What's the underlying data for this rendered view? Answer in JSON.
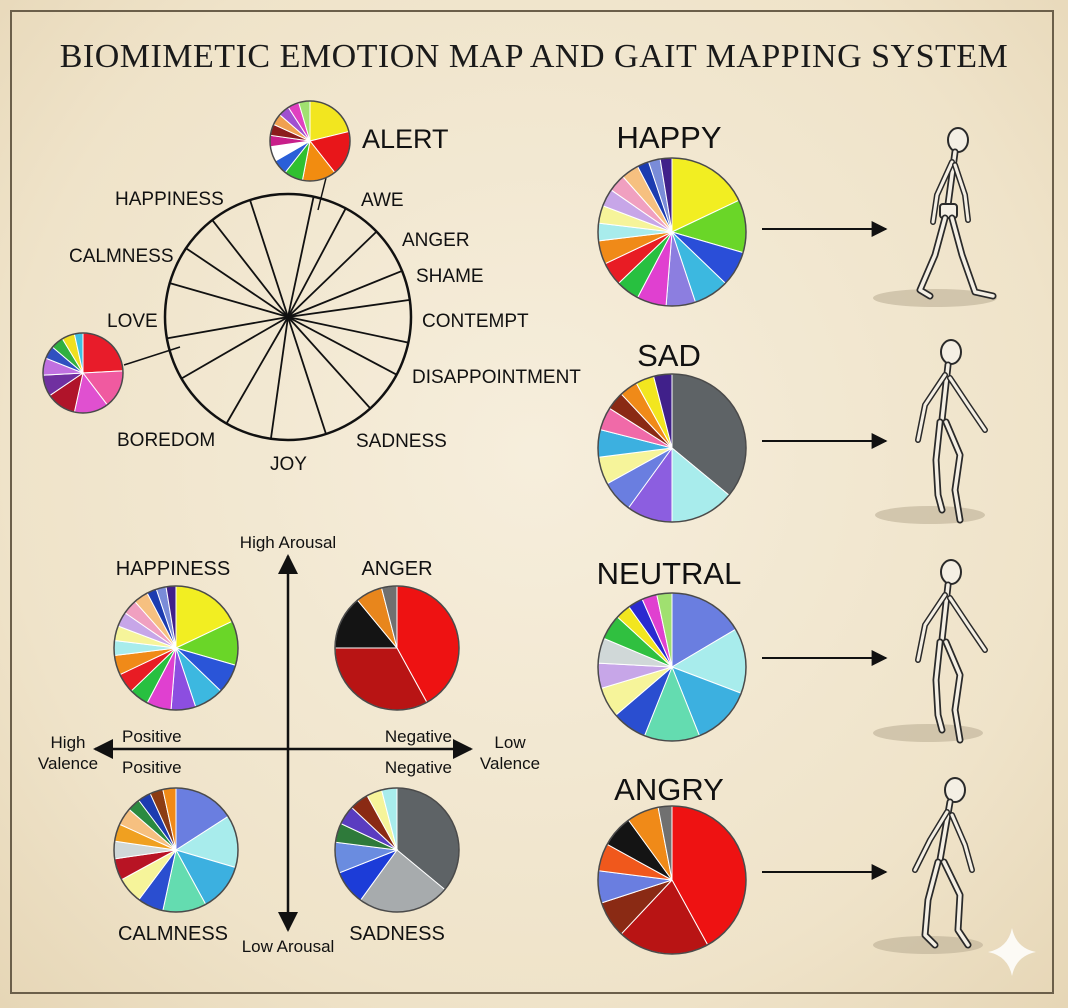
{
  "title": "BIOMIMETIC EMOTION MAP AND GAIT MAPPING SYSTEM",
  "wheel": {
    "labels": [
      "ALERT",
      "HAPPINESS",
      "AWE",
      "ANGER",
      "SHAME",
      "CALMNESS",
      "CONTEMPT",
      "LOVE",
      "DISAPPOINTMENT",
      "BOREDOM",
      "SADNESS",
      "JOY"
    ],
    "alert_pie": [
      {
        "value": 14,
        "color": "#f2e61f"
      },
      {
        "value": 12,
        "color": "#e8161a"
      },
      {
        "value": 9,
        "color": "#f28c10"
      },
      {
        "value": 5,
        "color": "#30c030"
      },
      {
        "value": 4,
        "color": "#2a5fd8"
      },
      {
        "value": 4,
        "color": "#ffffff"
      },
      {
        "value": 3,
        "color": "#c81f8a"
      },
      {
        "value": 3,
        "color": "#8b1c1c"
      },
      {
        "value": 3,
        "color": "#f0a050"
      },
      {
        "value": 3,
        "color": "#a050d0"
      },
      {
        "value": 3,
        "color": "#e040c0"
      },
      {
        "value": 3,
        "color": "#a0e070"
      }
    ],
    "left_pie": [
      {
        "value": 14,
        "color": "#e81c2a"
      },
      {
        "value": 9,
        "color": "#f05aa0"
      },
      {
        "value": 8,
        "color": "#e050d0"
      },
      {
        "value": 7,
        "color": "#b0142a"
      },
      {
        "value": 5,
        "color": "#7030a0"
      },
      {
        "value": 4,
        "color": "#c070e0"
      },
      {
        "value": 3,
        "color": "#3050c0"
      },
      {
        "value": 3,
        "color": "#30b040"
      },
      {
        "value": 3,
        "color": "#f0e020"
      },
      {
        "value": 2,
        "color": "#40c0e0"
      }
    ]
  },
  "quadrant": {
    "axis_top": "High Arousal",
    "axis_bottom": "Low Arousal",
    "axis_left": "High\nValence",
    "axis_right": "Low\nValence",
    "label_top_left": "Positive",
    "label_bottom_left": "Positive",
    "label_top_right": "Negative",
    "label_bottom_right": "Negative",
    "pies": [
      {
        "label": "HAPPINESS",
        "slices": [
          {
            "value": 14,
            "color": "#f2ee22"
          },
          {
            "value": 9,
            "color": "#6ad628"
          },
          {
            "value": 6,
            "color": "#2a55d8"
          },
          {
            "value": 6,
            "color": "#3cb8e0"
          },
          {
            "value": 5,
            "color": "#8c4ee0"
          },
          {
            "value": 5,
            "color": "#e040d0"
          },
          {
            "value": 4,
            "color": "#28c040"
          },
          {
            "value": 4,
            "color": "#e81c24"
          },
          {
            "value": 4,
            "color": "#f08a18"
          },
          {
            "value": 3,
            "color": "#a8ecec"
          },
          {
            "value": 3,
            "color": "#f6f49a"
          },
          {
            "value": 3,
            "color": "#c7a6e8"
          },
          {
            "value": 3,
            "color": "#f0a0c0"
          },
          {
            "value": 3,
            "color": "#f6c080"
          },
          {
            "value": 2,
            "color": "#1c3cb0"
          },
          {
            "value": 2,
            "color": "#7a8cd8"
          },
          {
            "value": 2,
            "color": "#40208a"
          }
        ]
      },
      {
        "label": "ANGER",
        "slices": [
          {
            "value": 42,
            "color": "#ee1212"
          },
          {
            "value": 33,
            "color": "#b81414"
          },
          {
            "value": 14,
            "color": "#141414"
          },
          {
            "value": 7,
            "color": "#e8861c"
          },
          {
            "value": 4,
            "color": "#707070"
          }
        ]
      },
      {
        "label": "CALMNESS",
        "slices": [
          {
            "value": 14,
            "color": "#6a7ee0"
          },
          {
            "value": 12,
            "color": "#a8ecec"
          },
          {
            "value": 11,
            "color": "#3cb0e0"
          },
          {
            "value": 10,
            "color": "#64dcb0"
          },
          {
            "value": 6,
            "color": "#2a4ed0"
          },
          {
            "value": 6,
            "color": "#f6f49a"
          },
          {
            "value": 5,
            "color": "#b81424"
          },
          {
            "value": 4,
            "color": "#d0d8d8"
          },
          {
            "value": 4,
            "color": "#f0a020"
          },
          {
            "value": 4,
            "color": "#f6c080"
          },
          {
            "value": 3,
            "color": "#2a8a40"
          },
          {
            "value": 3,
            "color": "#1c3cb0"
          },
          {
            "value": 3,
            "color": "#8c3c14"
          },
          {
            "value": 3,
            "color": "#f08a18"
          }
        ]
      },
      {
        "label": "SADNESS",
        "slices": [
          {
            "value": 36,
            "color": "#5e6366"
          },
          {
            "value": 24,
            "color": "#a7abad"
          },
          {
            "value": 9,
            "color": "#1c3cd8"
          },
          {
            "value": 8,
            "color": "#6a8ce0"
          },
          {
            "value": 5,
            "color": "#2e7a3a"
          },
          {
            "value": 5,
            "color": "#5a3cc0"
          },
          {
            "value": 5,
            "color": "#8a2a14"
          },
          {
            "value": 4,
            "color": "#f6f49a"
          },
          {
            "value": 4,
            "color": "#a8ecec"
          }
        ]
      }
    ]
  },
  "gaits": [
    {
      "label": "HAPPY",
      "slices": [
        {
          "value": 14,
          "color": "#f2ee22"
        },
        {
          "value": 9,
          "color": "#6ad628"
        },
        {
          "value": 6,
          "color": "#2a4ed8"
        },
        {
          "value": 6,
          "color": "#3cb8e0"
        },
        {
          "value": 5,
          "color": "#8c7ee0"
        },
        {
          "value": 5,
          "color": "#e040d0"
        },
        {
          "value": 4,
          "color": "#28c040"
        },
        {
          "value": 4,
          "color": "#e81c24"
        },
        {
          "value": 4,
          "color": "#f08a18"
        },
        {
          "value": 3,
          "color": "#a8ecec"
        },
        {
          "value": 3,
          "color": "#f6f49a"
        },
        {
          "value": 3,
          "color": "#c7a6e8"
        },
        {
          "value": 3,
          "color": "#f0a0c0"
        },
        {
          "value": 3,
          "color": "#f6c080"
        },
        {
          "value": 2,
          "color": "#1c3cb0"
        },
        {
          "value": 2,
          "color": "#7a8cd8"
        },
        {
          "value": 2,
          "color": "#40208a"
        }
      ]
    },
    {
      "label": "SAD",
      "slices": [
        {
          "value": 36,
          "color": "#5e6366"
        },
        {
          "value": 14,
          "color": "#a8ecec"
        },
        {
          "value": 10,
          "color": "#8c5ee0"
        },
        {
          "value": 7,
          "color": "#6a7ee0"
        },
        {
          "value": 6,
          "color": "#f6f49a"
        },
        {
          "value": 6,
          "color": "#3cb0e0"
        },
        {
          "value": 5,
          "color": "#f06aa8"
        },
        {
          "value": 4,
          "color": "#8a2a14"
        },
        {
          "value": 4,
          "color": "#f08a18"
        },
        {
          "value": 4,
          "color": "#f2e61f"
        },
        {
          "value": 4,
          "color": "#40208a"
        }
      ]
    },
    {
      "label": "NEUTRAL",
      "slices": [
        {
          "value": 15,
          "color": "#6a7ee0"
        },
        {
          "value": 13,
          "color": "#a8ecec"
        },
        {
          "value": 12,
          "color": "#3cb0e0"
        },
        {
          "value": 11,
          "color": "#64dcb0"
        },
        {
          "value": 7,
          "color": "#2a4ed0"
        },
        {
          "value": 6,
          "color": "#f6f49a"
        },
        {
          "value": 5,
          "color": "#c7a6e8"
        },
        {
          "value": 5,
          "color": "#d0d8d8"
        },
        {
          "value": 5,
          "color": "#30c040"
        },
        {
          "value": 3,
          "color": "#f2e61f"
        },
        {
          "value": 3,
          "color": "#2a2ad0"
        },
        {
          "value": 3,
          "color": "#e040d0"
        },
        {
          "value": 3,
          "color": "#a0e070"
        }
      ]
    },
    {
      "label": "ANGRY",
      "slices": [
        {
          "value": 42,
          "color": "#ee1212"
        },
        {
          "value": 20,
          "color": "#b81414"
        },
        {
          "value": 8,
          "color": "#8a2a14"
        },
        {
          "value": 7,
          "color": "#6a7ee0"
        },
        {
          "value": 6,
          "color": "#f0581c"
        },
        {
          "value": 7,
          "color": "#141414"
        },
        {
          "value": 7,
          "color": "#f08a18"
        },
        {
          "value": 3,
          "color": "#707070"
        }
      ]
    }
  ]
}
